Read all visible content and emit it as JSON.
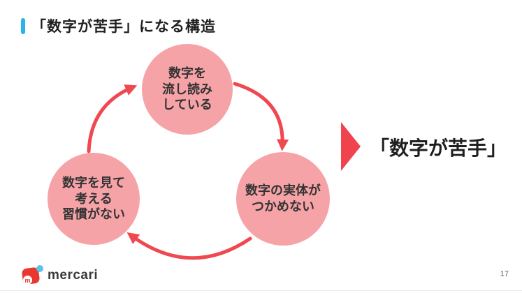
{
  "header": {
    "title": "「数字が苦手」になる構造",
    "accent_color": "#29B3EA"
  },
  "diagram": {
    "node_fill_color": "#F6A3A8",
    "node_text_color": "#333333",
    "arrow_color": "#F04850",
    "nodes": [
      {
        "id": "skim-numbers",
        "position": "top",
        "label": "数字を\n流し読み\nしている"
      },
      {
        "id": "cant-grasp",
        "position": "bottom-right",
        "label": "数字の実体が\nつかめない"
      },
      {
        "id": "no-habit",
        "position": "bottom-left",
        "label": "数字を見て\n考える\n習慣がない"
      }
    ],
    "edges": [
      {
        "from": "skim-numbers",
        "to": "cant-grasp"
      },
      {
        "from": "cant-grasp",
        "to": "no-habit"
      },
      {
        "from": "no-habit",
        "to": "skim-numbers"
      }
    ]
  },
  "result": {
    "label": "「数字が苦手」",
    "triangle_color": "#F0434E"
  },
  "footer": {
    "logo_text": "mercari",
    "logo_m": "m",
    "logo_red": "#E8382F",
    "logo_blue": "#59C3EA",
    "page_number": "17"
  }
}
